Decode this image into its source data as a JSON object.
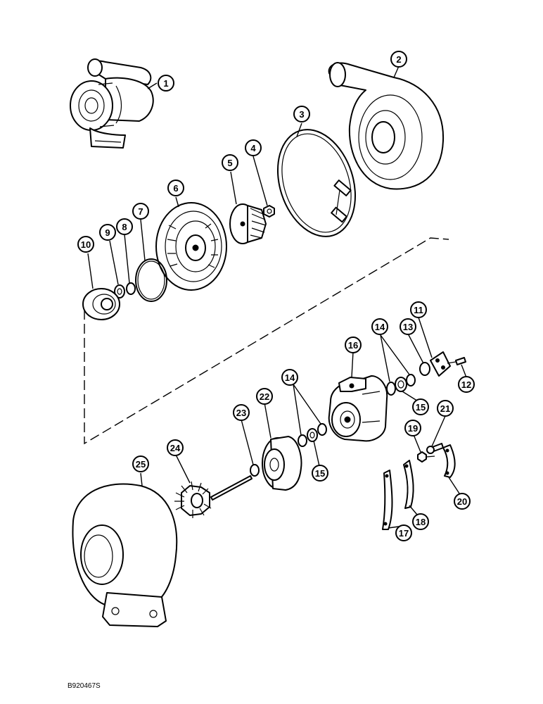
{
  "drawing_ref": "B920467S",
  "callouts": [
    "1",
    "2",
    "3",
    "4",
    "5",
    "6",
    "7",
    "8",
    "9",
    "10",
    "11",
    "12",
    "13",
    "14",
    "14",
    "15",
    "15",
    "16",
    "17",
    "18",
    "19",
    "20",
    "21",
    "22",
    "23",
    "24",
    "25"
  ]
}
